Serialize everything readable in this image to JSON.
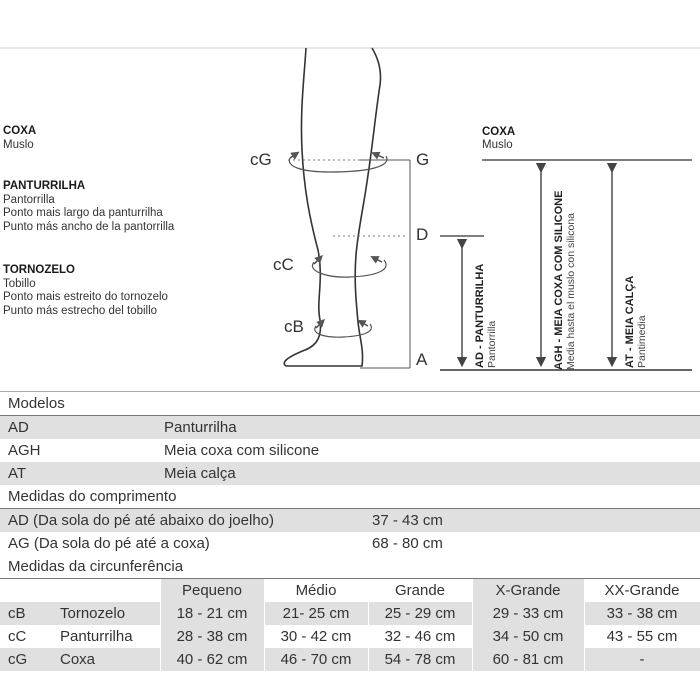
{
  "diagram": {
    "left_labels": {
      "thigh": {
        "pt": "COXA",
        "es": "Muslo"
      },
      "calf": {
        "pt": "PANTURRILHA",
        "es": "Pantorrilla",
        "desc_pt": "Ponto mais largo da panturrilha",
        "desc_es": "Punto más ancho de la pantorrilla"
      },
      "ankle": {
        "pt": "TORNOZELO",
        "es": "Tobillo",
        "desc_pt": "Ponto mais estreito do tornozelo",
        "desc_es": "Punto más estrecho del tobillo"
      }
    },
    "circ_labels": {
      "cG": "cG",
      "cC": "cC",
      "cB": "cB"
    },
    "points": {
      "G": "G",
      "D": "D",
      "A": "A"
    },
    "right_thigh": {
      "pt": "COXA",
      "es": "Muslo"
    },
    "vertical": {
      "ad": {
        "title": "AD - PANTURRILHA",
        "sub": "Pantorrilla"
      },
      "agh": {
        "title": "AGH - MEIA COXA COM SILICONE",
        "sub": "Media hasta el muslo con silicona"
      },
      "at": {
        "title": "AT - MEIA CALÇA",
        "sub": "Pantimedia"
      }
    }
  },
  "models": {
    "heading": "Modelos",
    "rows": [
      {
        "code": "AD",
        "name": "Panturrilha"
      },
      {
        "code": "AGH",
        "name": "Meia coxa com silicone"
      },
      {
        "code": "AT",
        "name": "Meia calça"
      }
    ]
  },
  "lengths": {
    "heading": "Medidas do comprimento",
    "rows": [
      {
        "label": "AD (Da sola do pé até abaixo do joelho)",
        "value": "37 - 43 cm"
      },
      {
        "label": "AG (Da sola do pé até a coxa)",
        "value": "68 - 80 cm"
      }
    ]
  },
  "circumference": {
    "heading": "Medidas da circunferência",
    "sizes": [
      "Pequeno",
      "Médio",
      "Grande",
      "X-Grande",
      "XX-Grande"
    ],
    "rows": [
      {
        "code": "cB",
        "name": "Tornozelo",
        "values": [
          "18 - 21 cm",
          "21- 25 cm",
          "25 - 29 cm",
          "29 - 33 cm",
          "33 - 38 cm"
        ]
      },
      {
        "code": "cC",
        "name": "Panturrilha",
        "values": [
          "28 - 38 cm",
          "30 - 42 cm",
          "32 - 46 cm",
          "34 - 50 cm",
          "43 - 55 cm"
        ]
      },
      {
        "code": "cG",
        "name": "Coxa",
        "values": [
          "40 - 62 cm",
          "46 - 70 cm",
          "54 - 78 cm",
          "60 - 81 cm",
          "-"
        ]
      }
    ]
  }
}
